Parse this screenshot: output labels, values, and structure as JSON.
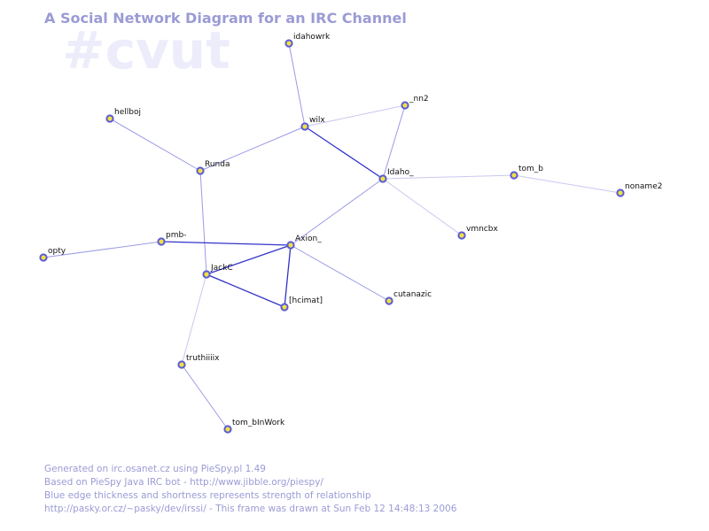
{
  "title": "A Social Network Diagram for an IRC Channel",
  "channel": "#cvut",
  "footer": {
    "line1": "Generated on irc.osanet.cz using PieSpy.pl 1.49",
    "line2": "Based on PieSpy Java IRC bot - http://www.jibble.org/piespy/",
    "line3": "Blue edge thickness and shortness represents strength of relationship",
    "line4": "http://pasky.or.cz/~pasky/dev/irssi/ - This frame was drawn at Sun Feb 12 14:48:13 2006"
  },
  "colors": {
    "node_fill": "#f0e043",
    "node_stroke": "#5a5ad8",
    "edge_strong": "#3333cc",
    "edge_weak": "#c8c8f0",
    "heading": "#9b9bd6",
    "watermark": "#ececfb"
  },
  "nodes": [
    {
      "id": "idahowrk",
      "label": "idahowrk"
    },
    {
      "id": "hellboj",
      "label": "hellboj"
    },
    {
      "id": "wilx",
      "label": "wilx"
    },
    {
      "id": "nn2",
      "label": "_nn2"
    },
    {
      "id": "Runda",
      "label": "Runda"
    },
    {
      "id": "Idaho_",
      "label": "Idaho_"
    },
    {
      "id": "tom_b",
      "label": "tom_b"
    },
    {
      "id": "noname2",
      "label": "noname2"
    },
    {
      "id": "vmncbx",
      "label": "vmncbx"
    },
    {
      "id": "pmb",
      "label": "pmb-"
    },
    {
      "id": "Axion_",
      "label": "Axion_"
    },
    {
      "id": "opty",
      "label": "opty"
    },
    {
      "id": "JackC",
      "label": "JackC"
    },
    {
      "id": "cutanazic",
      "label": "cutanazic"
    },
    {
      "id": "hcimat",
      "label": "[hcimat]"
    },
    {
      "id": "truthiiiix",
      "label": "truthiiiix"
    },
    {
      "id": "tom_bInWork",
      "label": "tom_bInWork"
    }
  ],
  "edges": [
    {
      "from": "idahowrk",
      "to": "wilx",
      "strength": "mid"
    },
    {
      "from": "hellboj",
      "to": "Runda",
      "strength": "mid"
    },
    {
      "from": "wilx",
      "to": "Runda",
      "strength": "mid"
    },
    {
      "from": "wilx",
      "to": "nn2",
      "strength": "weak"
    },
    {
      "from": "wilx",
      "to": "Idaho_",
      "strength": "strong"
    },
    {
      "from": "nn2",
      "to": "Idaho_",
      "strength": "mid"
    },
    {
      "from": "Idaho_",
      "to": "tom_b",
      "strength": "weak"
    },
    {
      "from": "tom_b",
      "to": "noname2",
      "strength": "weak"
    },
    {
      "from": "Idaho_",
      "to": "vmncbx",
      "strength": "weak"
    },
    {
      "from": "Idaho_",
      "to": "Axion_",
      "strength": "mid"
    },
    {
      "from": "Runda",
      "to": "JackC",
      "strength": "mid"
    },
    {
      "from": "opty",
      "to": "pmb",
      "strength": "mid"
    },
    {
      "from": "pmb",
      "to": "Axion_",
      "strength": "strong"
    },
    {
      "from": "Axion_",
      "to": "JackC",
      "strength": "strong"
    },
    {
      "from": "Axion_",
      "to": "hcimat",
      "strength": "strong"
    },
    {
      "from": "JackC",
      "to": "hcimat",
      "strength": "strong"
    },
    {
      "from": "Axion_",
      "to": "cutanazic",
      "strength": "mid"
    },
    {
      "from": "JackC",
      "to": "truthiiiix",
      "strength": "weak"
    },
    {
      "from": "truthiiiix",
      "to": "tom_bInWork",
      "strength": "mid"
    }
  ]
}
